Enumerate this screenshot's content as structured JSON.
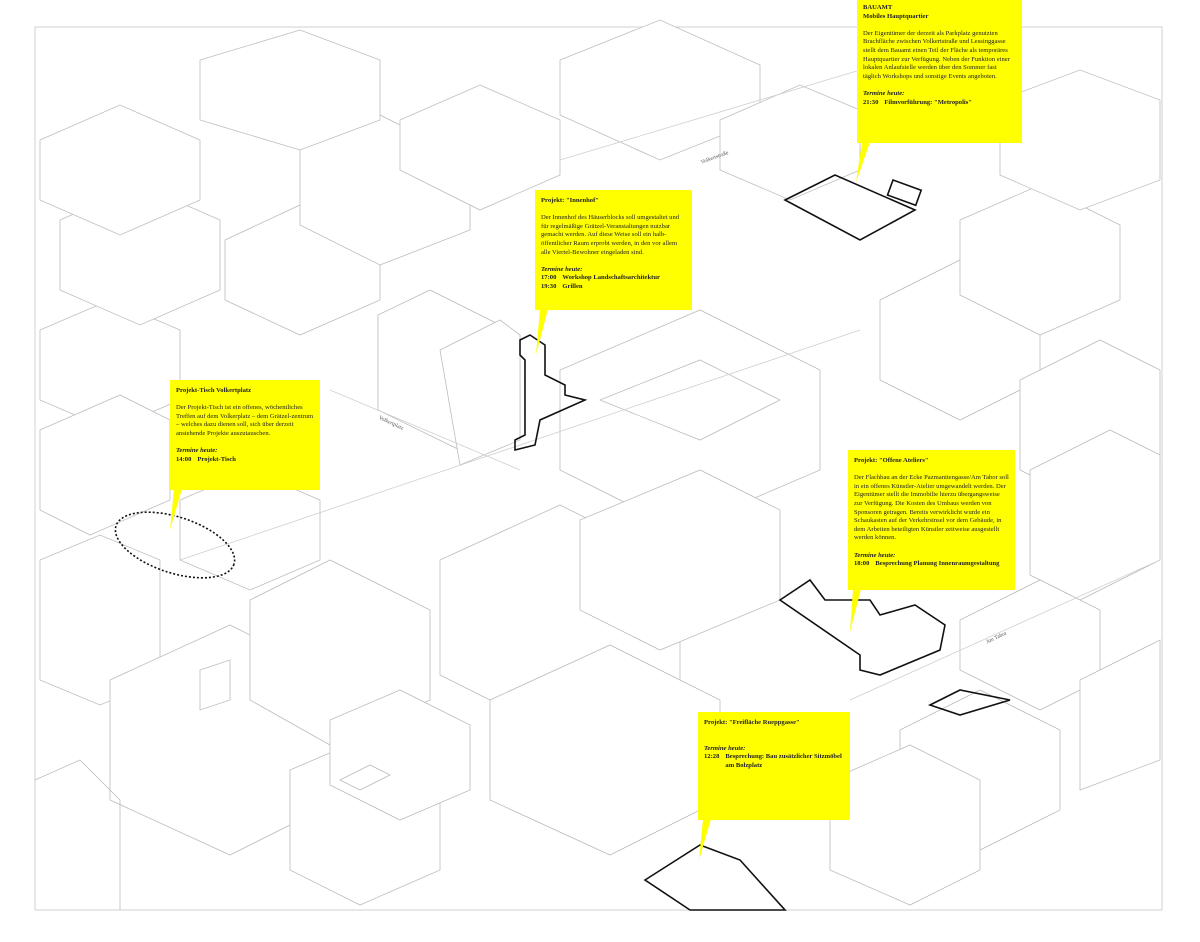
{
  "streets": {
    "volkertstrasse": "Volkertstraße",
    "volkertplatz": "Volkertplatz",
    "am_tabor": "Am Tabor"
  },
  "colors": {
    "callout": "#ffff00",
    "lines": "#bdbdbd",
    "sites": "#111111"
  },
  "callouts": {
    "bauamt": {
      "title": "BAUAMT",
      "subtitle": "Mobiles Hauptquartier",
      "text": "Der Eigentümer der derzeit als Parkplatz genutzten Brachfläche zwischen Volkertstraße und Lessinggasse stellt dem Bauamt einen Teil der Fläche als temporäres Hauptquartier zur Verfügung. Neben der Funktion einer lokalen Anlaufstelle werden über den Sommer fast täglich Workshops und sonstige Events angeboten.",
      "termine_label": "Termine heute:",
      "events": [
        {
          "time": "21:30",
          "label": "Filmvorführung: \"Metropolis\""
        }
      ]
    },
    "innenhof": {
      "title": "Projekt: \"Innenhof\"",
      "text": "Der Innenhof des Häuserblocks soll umgestaltet und für regelmäßige Grätzel-Veranstaltungen nutzbar gemacht werden. Auf diese Weise soll ein halb-öffentlicher Raum erprobt werden, in den vor allem alle Viertel-Bewohner eingeladen sind.",
      "termine_label": "Termine heute:",
      "events": [
        {
          "time": "17:00",
          "label": "Workshop Landschaftsarchitektur"
        },
        {
          "time": "19:30",
          "label": "Grillen"
        }
      ]
    },
    "tisch": {
      "title": "Projekt-Tisch Volkertplatz",
      "text": "Der Projekt-Tisch ist ein offenes, wöchentliches Treffen auf dem Volkerplatz – dem Grätzel-zentrum – welches dazu dienen soll, sich über derzeit anstehende Projekte auszutauschen.",
      "termine_label": "Termine heute:",
      "events": [
        {
          "time": "14:00",
          "label": "Projekt-Tisch"
        }
      ]
    },
    "ateliers": {
      "title": "Projekt: \"Offene Ateliers\"",
      "text": "Der Flachbau an der Ecke Pazmanitengasse/Am Tabor soll in ein offenes Künstler-Atelier umgewandelt werden. Der Eigentümer stellt die Immobilie hierzu übergangsweise zur Verfügung. Die Kosten des Umbaus werden von Sponsoren getragen. Bereits verwirklicht wurde ein Schaukasten auf der Verkehrsinsel vor dem Gebäude, in dem Arbeiten beteiligten Künstler zeitweise ausgestellt werden können.",
      "termine_label": "Termine heute:",
      "events": [
        {
          "time": "18:00",
          "label": "Besprechung Planung Innenraumgestaltung"
        }
      ]
    },
    "freiflaeche": {
      "title": "Projekt: \"Freifläche Rueppgasse\"",
      "text": "",
      "termine_label": "Termine heute:",
      "events": [
        {
          "time": "12:28",
          "label": "Besprechung: Bau zusätzlicher Sitzmöbel am Bolzplatz"
        }
      ]
    }
  }
}
